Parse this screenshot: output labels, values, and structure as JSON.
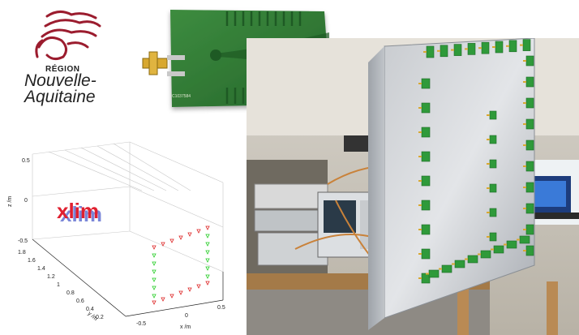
{
  "logo": {
    "region_label": "RÉGION",
    "name_line1": "Nouvelle-",
    "name_line2": "Aquitaine",
    "color": "#9b1c2e"
  },
  "pcb": {
    "serial": "C1037584",
    "board_color": "#2f7a36"
  },
  "plot": {
    "axis_labels": {
      "x": "x /m",
      "y": "y /m",
      "z": "z /m"
    },
    "z_ticks": [
      "0.5",
      "0",
      "-0.5"
    ],
    "y_ticks": [
      "1.8",
      "1.6",
      "1.4",
      "1.2",
      "1",
      "0.8",
      "0.6",
      "0.4",
      "0.2"
    ],
    "x_ticks": [
      "-0.5",
      "0",
      "0.5"
    ],
    "text_3d": "xlim",
    "marker_colors": {
      "red": "#dd2222",
      "green": "#22cc22"
    }
  },
  "annotation": {
    "arrow_color": "#e02020"
  }
}
